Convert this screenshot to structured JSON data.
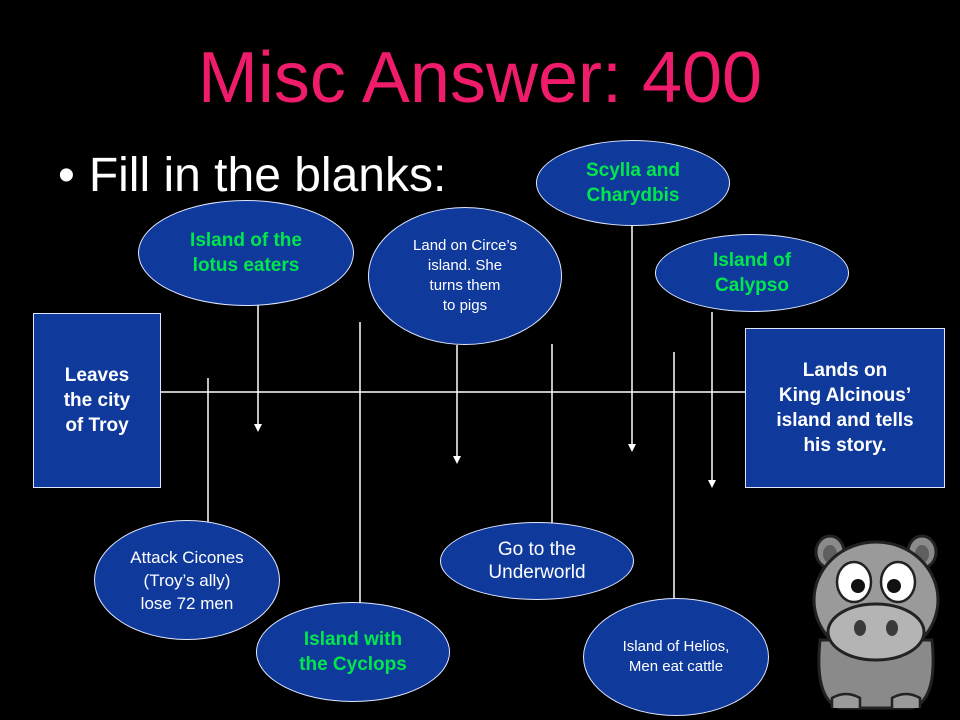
{
  "slide": {
    "title": "Misc Answer: 400",
    "bullet": "Fill in the blanks:"
  },
  "nodes": {
    "start": "Leaves\nthe city\nof Troy",
    "end": "Lands on\nKing Alcinous’\nisland and tells\nhis story.",
    "lotus": "Island of the\nlotus eaters",
    "circe": "Land on Circe’s\nisland. She\nturns them\nto pigs",
    "scylla": "Scylla and\nCharydbis",
    "calypso": "Island of\nCalypso",
    "cicones": "Attack Cicones\n(Troy’s ally)\nlose 72 men",
    "cyclops": "Island with\nthe Cyclops",
    "underworld": "Go to the\nUnderworld",
    "helios": "Island of Helios,\nMen eat cattle"
  },
  "colors": {
    "title": "#ee1c6a",
    "node_fill": "#0f3a9c",
    "green_text": "#00e64d",
    "background": "#000000"
  },
  "icons": {
    "mascot": "hippo-icon"
  }
}
